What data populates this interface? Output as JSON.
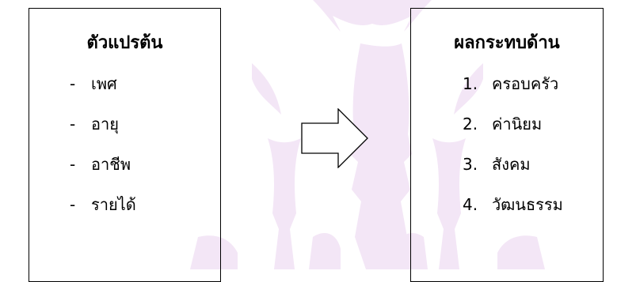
{
  "left_box": {
    "title": "ตัวแปรต้น",
    "items": [
      {
        "bullet": "-",
        "text": "เพศ"
      },
      {
        "bullet": "-",
        "text": "อายุ"
      },
      {
        "bullet": "-",
        "text": "อาชีพ"
      },
      {
        "bullet": "-",
        "text": "รายได้"
      }
    ]
  },
  "right_box": {
    "title": "ผลกระทบด้าน",
    "items": [
      {
        "number": "1.",
        "text": "ครอบครัว"
      },
      {
        "number": "2.",
        "text": "ค่านิยม"
      },
      {
        "number": "3.",
        "text": "สังคม"
      },
      {
        "number": "4.",
        "text": "วัฒนธรรม"
      }
    ]
  },
  "colors": {
    "watermark": "#f3e6f6",
    "border": "#000000"
  },
  "icons": {
    "arrow": "right-arrow-icon",
    "background": "temple-watermark"
  }
}
